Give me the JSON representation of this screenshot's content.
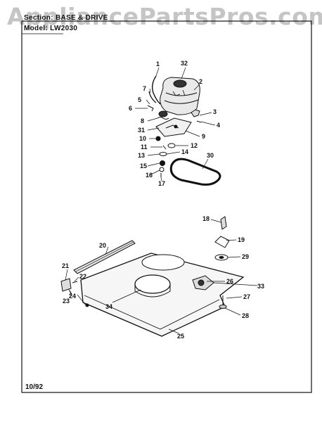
{
  "header": {
    "section_label": "Section:",
    "section_value": "BASE & DRIVE",
    "model_label": "Model:",
    "model_value": "LW2030"
  },
  "watermark": "AppliancePartsPros.com",
  "footer": {
    "date": "10/92"
  },
  "callouts": [
    "1",
    "2",
    "3",
    "4",
    "5",
    "6",
    "7",
    "8",
    "9",
    "10",
    "11",
    "12",
    "13",
    "14",
    "15",
    "16",
    "17",
    "18",
    "19",
    "20",
    "21",
    "22",
    "23",
    "24",
    "25",
    "26",
    "27",
    "28",
    "29",
    "30",
    "31",
    "32",
    "33",
    "34"
  ],
  "colors": {
    "ink": "#111111",
    "watermark": "#969696",
    "paper": "#ffffff"
  }
}
